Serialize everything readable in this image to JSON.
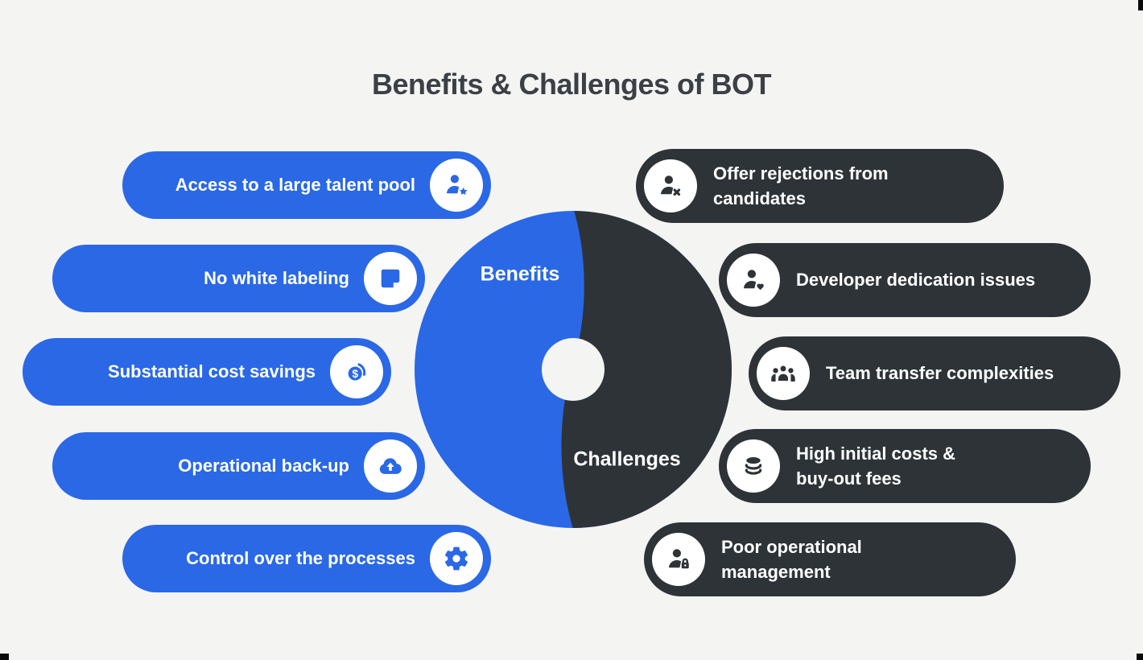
{
  "page": {
    "title": "Benefits & Challenges of BOT"
  },
  "colors": {
    "benefit_pill": "#2a68e6",
    "challenge_pill": "#2e3338",
    "background": "#f4f4f3",
    "title_text": "#3b4046",
    "pill_text": "#ffffff",
    "icon_circle": "#ffffff"
  },
  "center": {
    "left_label": "Benefits",
    "right_label": "Challenges"
  },
  "benefits": {
    "items": [
      {
        "label": "Access to a large talent pool",
        "icon": "person-star-icon"
      },
      {
        "label": "No white labeling",
        "icon": "note-icon"
      },
      {
        "label": "Substantial cost savings",
        "icon": "dollar-coin-icon"
      },
      {
        "label": "Operational back-up",
        "icon": "cloud-upload-icon"
      },
      {
        "label": "Control over the processes",
        "icon": "gear-icon"
      }
    ]
  },
  "challenges": {
    "items": [
      {
        "label": "Offer rejections from candidates",
        "icon": "person-x-icon"
      },
      {
        "label": "Developer dedication issues",
        "icon": "person-heart-icon"
      },
      {
        "label": "Team transfer complexities",
        "icon": "team-icon"
      },
      {
        "label": "High initial costs & buy-out fees",
        "icon": "coins-stack-icon"
      },
      {
        "label": "Poor operational management",
        "icon": "person-lock-icon"
      }
    ]
  }
}
